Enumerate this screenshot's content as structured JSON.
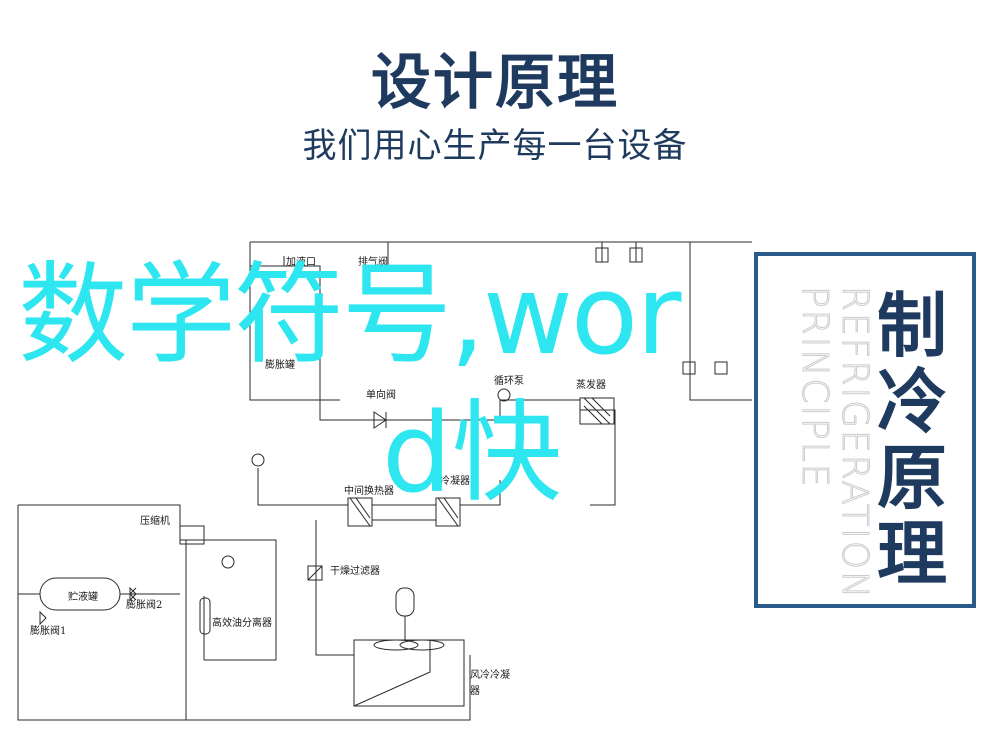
{
  "header": {
    "title": "设计原理",
    "subtitle": "我们用心生产每一台设备"
  },
  "overlay": {
    "line1": "数学符号,wor",
    "line2": "d快"
  },
  "panel": {
    "title_lines": [
      "制",
      "冷",
      "原",
      "理"
    ],
    "english_lines": [
      "REFRIGERATION",
      "PRINCIPLE"
    ]
  },
  "labels": {
    "liquid_tank": "加液口",
    "exhaust_valve": "排气阀",
    "expansion_tank": "膨胀罐",
    "check_valve": "单向阀",
    "circulation_pump": "循环泵",
    "evaporator": "蒸发器",
    "intermediate_exchanger": "中间换热器",
    "condenser": "冷凝器",
    "compressor": "压缩机",
    "dryer_filter": "干燥过滤器",
    "receiver": "贮液罐",
    "expansion_valve_2": "膨胀阀2",
    "expansion_valve_1": "膨胀阀1",
    "oil_separator": "高效油分离器",
    "air_cooled_condenser_1": "风冷冷凝",
    "air_cooled_condenser_2": "器"
  },
  "colors": {
    "title": "#1f3a5f",
    "overlay": "#2ee6f0",
    "panel_border": "#2a5a8a",
    "lines": "#2a2a2a"
  }
}
